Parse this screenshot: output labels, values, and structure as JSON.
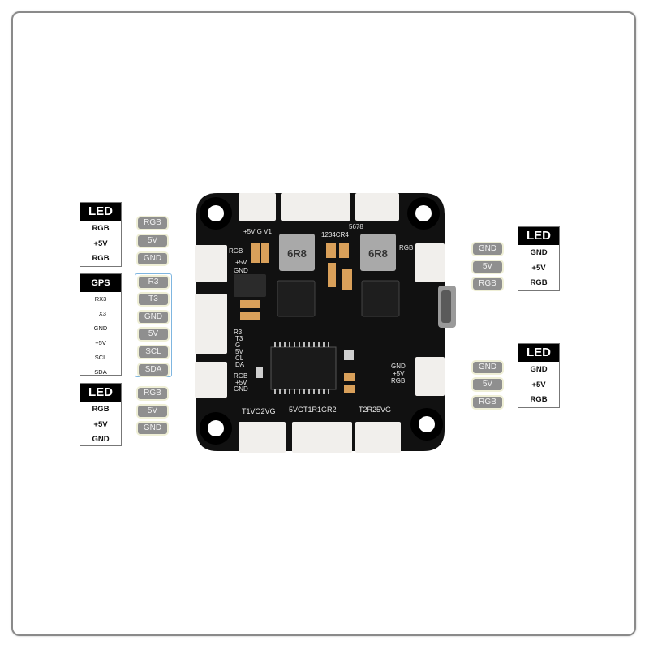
{
  "left_top_box": {
    "title": "LED",
    "rows": [
      "RGB",
      "+5V",
      "RGB"
    ]
  },
  "left_top_pills": [
    "RGB",
    "5V",
    "GND"
  ],
  "gps_box": {
    "title": "GPS",
    "rows": [
      "RX3",
      "TX3",
      "GND",
      "+5V",
      "SCL",
      "SDA"
    ]
  },
  "gps_pills": [
    "R3",
    "T3",
    "GND",
    "5V",
    "SCL",
    "SDA"
  ],
  "left_bottom_box": {
    "title": "LED",
    "rows": [
      "RGB",
      "+5V",
      "GND"
    ]
  },
  "left_bottom_pills": [
    "RGB",
    "5V",
    "GND"
  ],
  "right_top_box": {
    "title": "LED",
    "rows": [
      "GND",
      "+5V",
      "RGB"
    ]
  },
  "right_top_pills": [
    "GND",
    "5V",
    "RGB"
  ],
  "right_bottom_box": {
    "title": "LED",
    "rows": [
      "GND",
      "+5V",
      "RGB"
    ]
  },
  "right_bottom_pills": [
    "GND",
    "5V",
    "RGB"
  ],
  "board": {
    "inductor_left": "6R8",
    "inductor_right": "6R8",
    "top_pads_left": "+5V G V1",
    "top_pads_mid": "1234CR4",
    "top_pads_right": "5678",
    "left_pads_top_1": "RGB",
    "left_pads_top_2": "+5V",
    "left_pads_top_3": "GND",
    "left_pads_mid_1": "R3",
    "left_pads_mid_2": "T3",
    "left_pads_mid_3": "G",
    "left_pads_mid_4": "5V",
    "left_pads_mid_5": "CL",
    "left_pads_mid_6": "DA",
    "left_pads_bot_1": "RGB",
    "left_pads_bot_2": "+5V",
    "left_pads_bot_3": "GND",
    "right_pads_top": "RGB",
    "right_pads_bot_1": "GND",
    "right_pads_bot_2": "+5V",
    "right_pads_bot_3": "RGB",
    "bottom_pads_left": "T1VO2VG",
    "bottom_pads_mid": "5VGT1R1GR2",
    "bottom_pads_right": "T2R25VG"
  }
}
